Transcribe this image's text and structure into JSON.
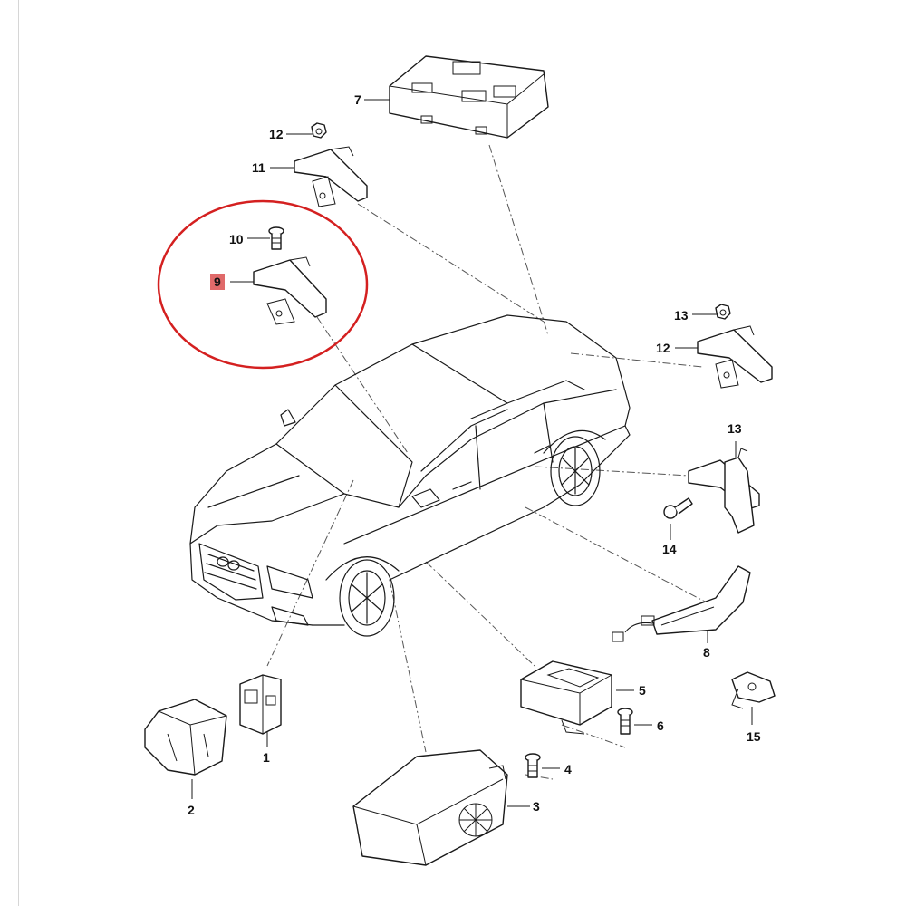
{
  "callouts": [
    {
      "id": "1",
      "label": "1"
    },
    {
      "id": "2",
      "label": "2"
    },
    {
      "id": "3",
      "label": "3"
    },
    {
      "id": "4",
      "label": "4"
    },
    {
      "id": "5",
      "label": "5"
    },
    {
      "id": "6",
      "label": "6"
    },
    {
      "id": "7",
      "label": "7"
    },
    {
      "id": "8",
      "label": "8"
    },
    {
      "id": "9",
      "label": "9",
      "highlighted": true
    },
    {
      "id": "10",
      "label": "10"
    },
    {
      "id": "11a",
      "label": "11"
    },
    {
      "id": "11b",
      "label": "11"
    },
    {
      "id": "12a",
      "label": "12"
    },
    {
      "id": "12b",
      "label": "12"
    },
    {
      "id": "13",
      "label": "13"
    },
    {
      "id": "14",
      "label": "14"
    },
    {
      "id": "15",
      "label": "15"
    }
  ],
  "highlight": {
    "target": "9",
    "color": "#d42020"
  }
}
